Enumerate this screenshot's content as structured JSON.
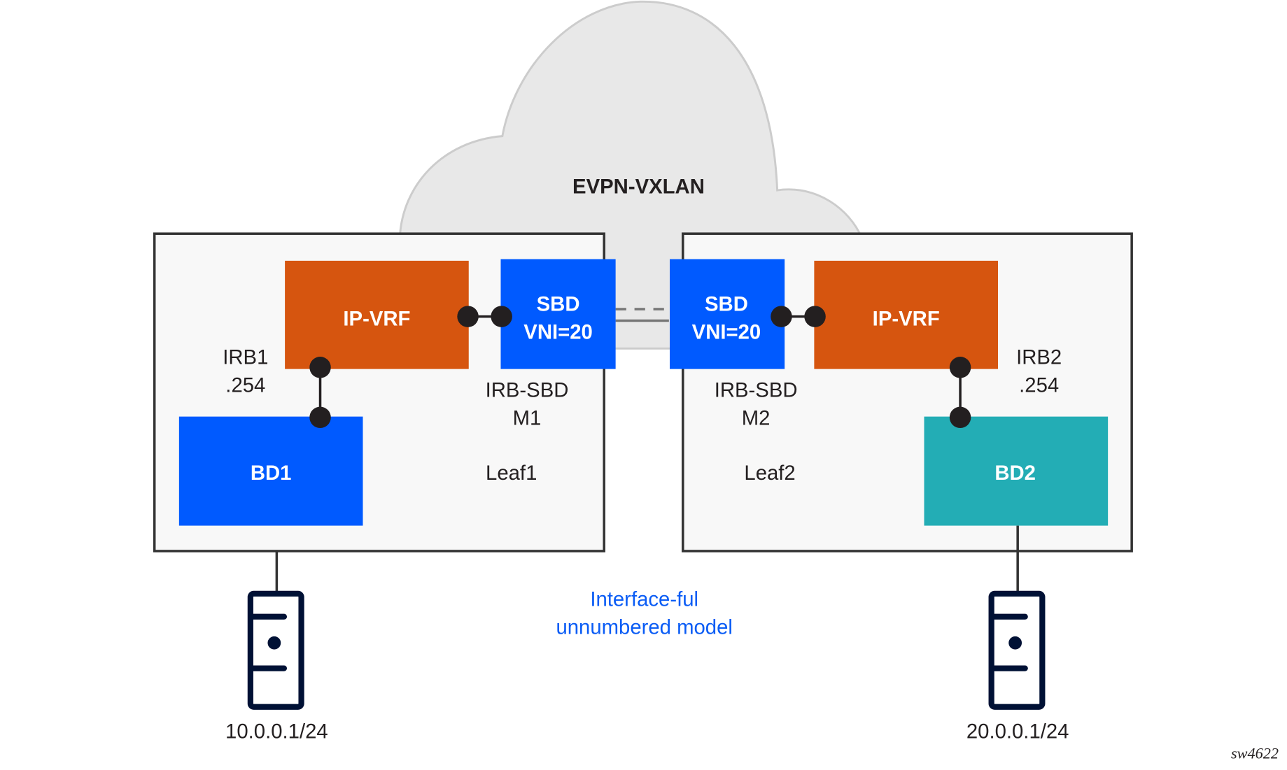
{
  "diagram": {
    "cloud_label": "EVPN-VXLAN",
    "leaf1": {
      "name": "Leaf1",
      "ip_vrf": "IP-VRF",
      "sbd_line1": "SBD",
      "sbd_line2": "VNI=20",
      "irb_label_line1": "IRB1",
      "irb_label_line2": ".254",
      "irb_sbd_line1": "IRB-SBD",
      "irb_sbd_line2": "M1",
      "bd": "BD1",
      "host_ip": "10.0.0.1/24"
    },
    "leaf2": {
      "name": "Leaf2",
      "ip_vrf": "IP-VRF",
      "sbd_line1": "SBD",
      "sbd_line2": "VNI=20",
      "irb_label_line1": "IRB2",
      "irb_label_line2": ".254",
      "irb_sbd_line1": "IRB-SBD",
      "irb_sbd_line2": "M2",
      "bd": "BD2",
      "host_ip": "20.0.0.1/24"
    },
    "model_line1": "Interface-ful",
    "model_line2": "unnumbered model",
    "figure_id": "sw4622",
    "colors": {
      "ip_vrf": "#d6550f",
      "sbd": "#005aff",
      "bd1": "#005aff",
      "bd2": "#23adb5",
      "cloud": "#e8e8e8",
      "model_text": "#0a5cf5",
      "host_icon": "#001135"
    }
  }
}
